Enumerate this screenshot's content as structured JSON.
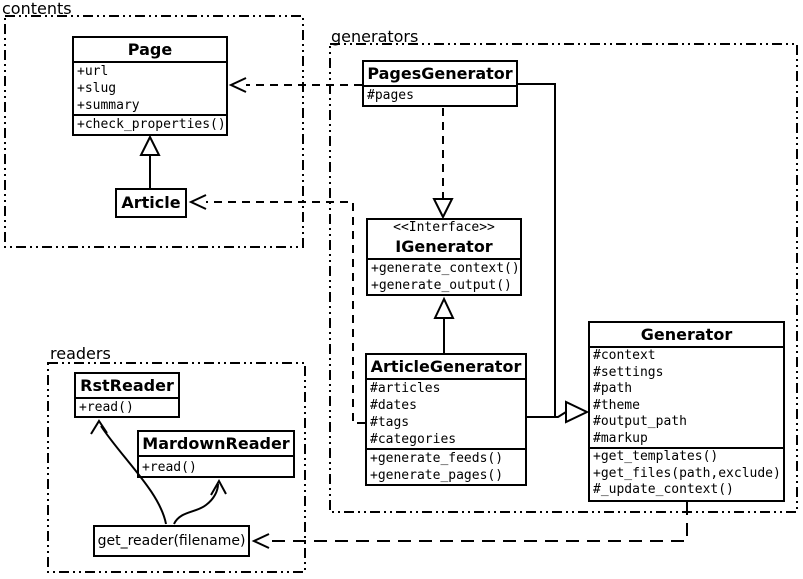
{
  "diagram_title": "UML class diagram",
  "colors": {
    "line": "#000000",
    "background": "#ffffff"
  },
  "packages": {
    "contents": {
      "label": "contents"
    },
    "generators": {
      "label": "generators"
    },
    "readers": {
      "label": "readers"
    }
  },
  "classes": {
    "page": {
      "title": "Page",
      "attributes": [
        "+url",
        "+slug",
        "+summary"
      ],
      "methods": [
        "+check_properties()"
      ]
    },
    "article": {
      "title": "Article"
    },
    "pages_generator": {
      "title": "PagesGenerator",
      "attributes": [
        "#pages"
      ]
    },
    "igenerator": {
      "stereotype": "<<Interface>>",
      "title": "IGenerator",
      "methods": [
        "+generate_context()",
        "+generate_output()"
      ]
    },
    "article_generator": {
      "title": "ArticleGenerator",
      "attributes": [
        "#articles",
        "#dates",
        "#tags",
        "#categories"
      ],
      "methods": [
        "+generate_feeds()",
        "+generate_pages()"
      ]
    },
    "generator": {
      "title": "Generator",
      "attributes": [
        "#context",
        "#settings",
        "#path",
        "#theme",
        "#output_path",
        "#markup"
      ],
      "methods": [
        "+get_templates()",
        "+get_files(path,exclude)",
        "#_update_context()"
      ]
    },
    "rst_reader": {
      "title": "RstReader",
      "methods": [
        "+read()"
      ]
    },
    "mardown_reader": {
      "title": "MardownReader",
      "methods": [
        "+read()"
      ]
    }
  },
  "nodes": {
    "get_reader": {
      "label": "get_reader(filename)"
    }
  }
}
